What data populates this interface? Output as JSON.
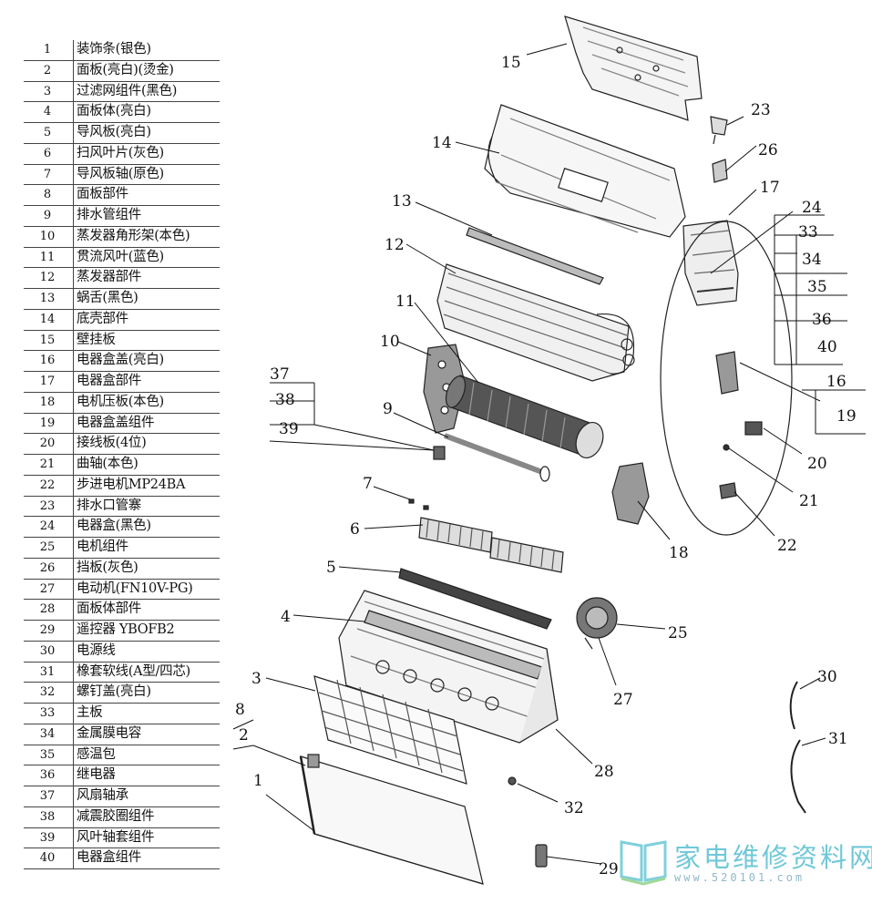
{
  "parts_table": {
    "rows": [
      {
        "num": "1",
        "name": "装饰条(银色)"
      },
      {
        "num": "2",
        "name": "面板(亮白)(烫金)"
      },
      {
        "num": "3",
        "name": "过滤网组件(黑色)"
      },
      {
        "num": "4",
        "name": "面板体(亮白)"
      },
      {
        "num": "5",
        "name": "导风板(亮白)"
      },
      {
        "num": "6",
        "name": "扫风叶片(灰色)"
      },
      {
        "num": "7",
        "name": "导风板轴(原色)"
      },
      {
        "num": "8",
        "name": "面板部件"
      },
      {
        "num": "9",
        "name": "排水管组件"
      },
      {
        "num": "10",
        "name": "蒸发器角形架(本色)"
      },
      {
        "num": "11",
        "name": "贯流风叶(蓝色)"
      },
      {
        "num": "12",
        "name": "蒸发器部件"
      },
      {
        "num": "13",
        "name": "蜗舌(黑色)"
      },
      {
        "num": "14",
        "name": "底壳部件"
      },
      {
        "num": "15",
        "name": "壁挂板"
      },
      {
        "num": "16",
        "name": "电器盒盖(亮白)"
      },
      {
        "num": "17",
        "name": "电器盒部件"
      },
      {
        "num": "18",
        "name": "电机压板(本色)"
      },
      {
        "num": "19",
        "name": "电器盒盖组件"
      },
      {
        "num": "20",
        "name": "接线板(4位)"
      },
      {
        "num": "21",
        "name": "曲轴(本色)"
      },
      {
        "num": "22",
        "name": "步进电机MP24BA"
      },
      {
        "num": "23",
        "name": "排水口管寨"
      },
      {
        "num": "24",
        "name": "电器盒(黑色)"
      },
      {
        "num": "25",
        "name": "电机组件"
      },
      {
        "num": "26",
        "name": "挡板(灰色)"
      },
      {
        "num": "27",
        "name": "电动机(FN10V-PG)"
      },
      {
        "num": "28",
        "name": "面板体部件"
      },
      {
        "num": "29",
        "name": "遥控器 YBOFB2"
      },
      {
        "num": "30",
        "name": "电源线"
      },
      {
        "num": "31",
        "name": "橡套软线(A型/四芯)"
      },
      {
        "num": "32",
        "name": "螺钉盖(亮白)"
      },
      {
        "num": "33",
        "name": "主板"
      },
      {
        "num": "34",
        "name": "金属膜电容"
      },
      {
        "num": "35",
        "name": "感温包"
      },
      {
        "num": "36",
        "name": "继电器"
      },
      {
        "num": "37",
        "name": "风扇轴承"
      },
      {
        "num": "38",
        "name": "减震胶圈组件"
      },
      {
        "num": "39",
        "name": "风叶轴套组件"
      },
      {
        "num": "40",
        "name": "电器盒组件"
      }
    ]
  },
  "callouts": {
    "c1": "1",
    "c2": "2",
    "c3": "3",
    "c4": "4",
    "c5": "5",
    "c6": "6",
    "c7": "7",
    "c8": "8",
    "c9": "9",
    "c10": "10",
    "c11": "11",
    "c12": "12",
    "c13": "13",
    "c14": "14",
    "c15": "15",
    "c16": "16",
    "c17": "17",
    "c18": "18",
    "c19": "19",
    "c20": "20",
    "c21": "21",
    "c22": "22",
    "c23": "23",
    "c24": "24",
    "c25": "25",
    "c26": "26",
    "c27": "27",
    "c28": "28",
    "c29": "29",
    "c30": "30",
    "c31": "31",
    "c32": "32",
    "c33": "33",
    "c34": "34",
    "c35": "35",
    "c36": "36",
    "c37": "37",
    "c38": "38",
    "c39": "39",
    "c40": "40"
  },
  "watermark": {
    "text": "家电维修资料网",
    "url": "www.520101.com",
    "color": "#6fc8d8"
  }
}
